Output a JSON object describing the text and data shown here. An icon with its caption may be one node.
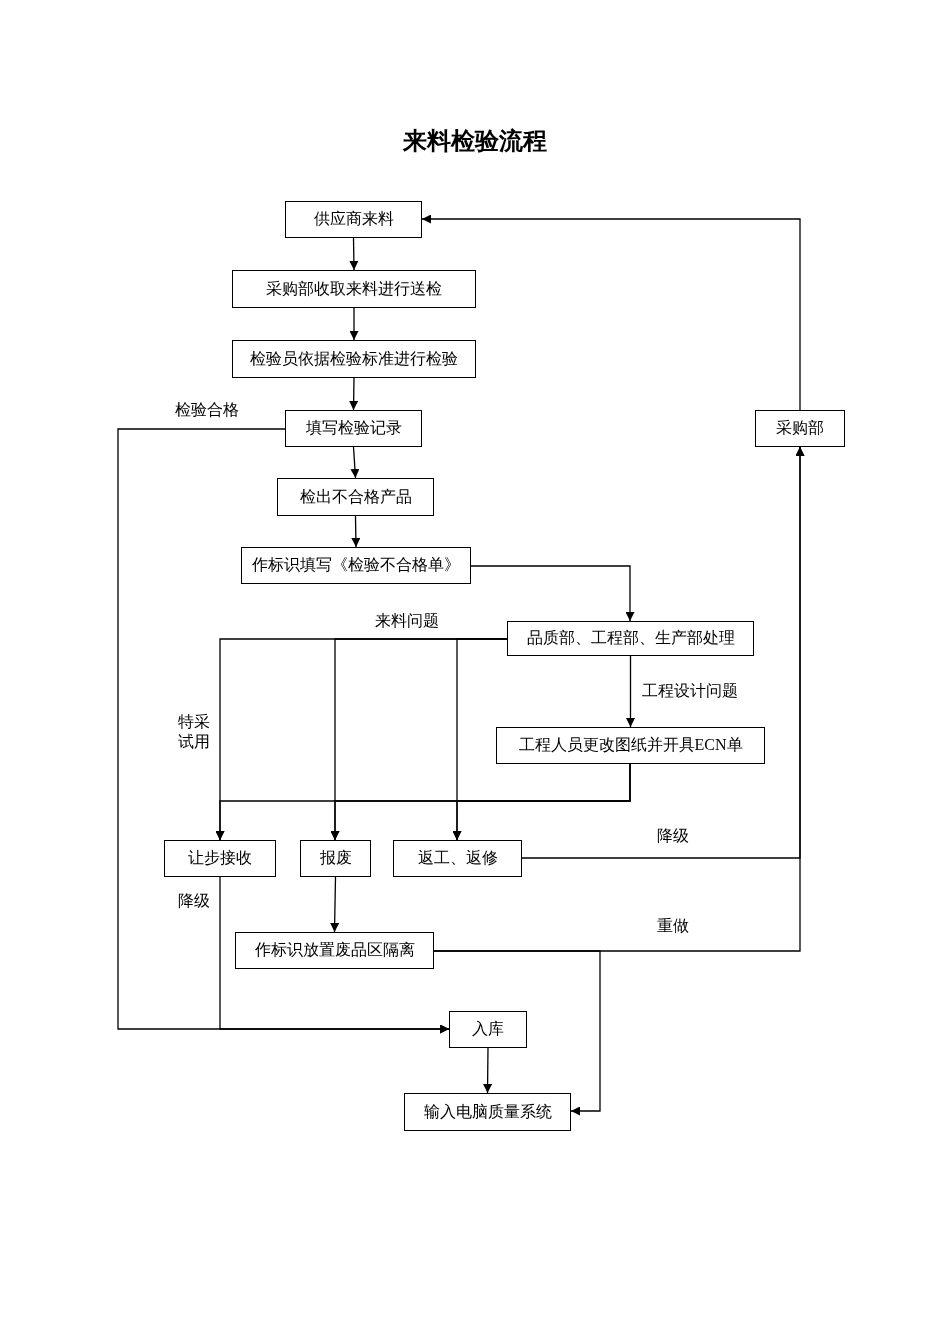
{
  "diagram": {
    "title": "来料检验流程",
    "nodes": [
      {
        "text": [
          "供应商来料"
        ]
      },
      {
        "text": [
          "采购部收取来料进行送检"
        ]
      },
      {
        "text": [
          "检验员依据检验标准进行检验"
        ]
      },
      {
        "text": [
          "填写检验记录"
        ]
      },
      {
        "text": [
          "检出不合格产品"
        ]
      },
      {
        "text": [
          "作标识填写《检验不合格单》"
        ]
      },
      {
        "text": [
          "品质部、工程部、生产部处理"
        ]
      },
      {
        "text": [
          "工程人员更改图纸并开具ECN单"
        ]
      },
      {
        "text": [
          "让步接收"
        ]
      },
      {
        "text": [
          "报废"
        ]
      },
      {
        "text": [
          "返工、返修"
        ]
      },
      {
        "text": [
          "作标识放置废品区隔离"
        ]
      },
      {
        "text": [
          "入库"
        ]
      },
      {
        "text": [
          "输入电脑质量系统"
        ]
      },
      {
        "text": [
          "采购部"
        ]
      }
    ],
    "edges": [
      {
        "from": 0,
        "to": 1,
        "arrow": "to"
      },
      {
        "from": 1,
        "to": 2,
        "arrow": "to"
      },
      {
        "from": 2,
        "to": 3,
        "arrow": "to"
      },
      {
        "from": 3,
        "to": 4,
        "arrow": "to"
      },
      {
        "from": 4,
        "to": 5,
        "arrow": "to"
      },
      {
        "from": 5,
        "to": 6,
        "arrow": "to"
      },
      {
        "from": 6,
        "to": 7,
        "arrow": "to",
        "label": "工程设计问题"
      },
      {
        "from": 6,
        "to": 8,
        "arrow": "to",
        "label": "特采试用"
      },
      {
        "from": 6,
        "to": 9,
        "arrow": "to"
      },
      {
        "from": 6,
        "to": 10,
        "arrow": "to"
      },
      {
        "from": 7,
        "to": 8,
        "arrow": "to"
      },
      {
        "from": 7,
        "to": 9,
        "arrow": "to"
      },
      {
        "from": 7,
        "to": 10,
        "arrow": "to"
      },
      {
        "from": 10,
        "to": 14,
        "arrow": "to",
        "label": "降级"
      },
      {
        "from": 9,
        "to": 11,
        "arrow": "to"
      },
      {
        "from": 11,
        "to": 14,
        "arrow": "to",
        "label": "重做"
      },
      {
        "from": 11,
        "to": 13,
        "arrow": "to"
      },
      {
        "from": 8,
        "to": 12,
        "arrow": "to",
        "label": "降级"
      },
      {
        "from": 3,
        "to": 12,
        "arrow": "to",
        "label": "检验合格"
      },
      {
        "from": 12,
        "to": 13,
        "arrow": "to"
      },
      {
        "from": 14,
        "to": 0,
        "arrow": "to"
      }
    ],
    "labels": [
      "来料问题"
    ]
  }
}
